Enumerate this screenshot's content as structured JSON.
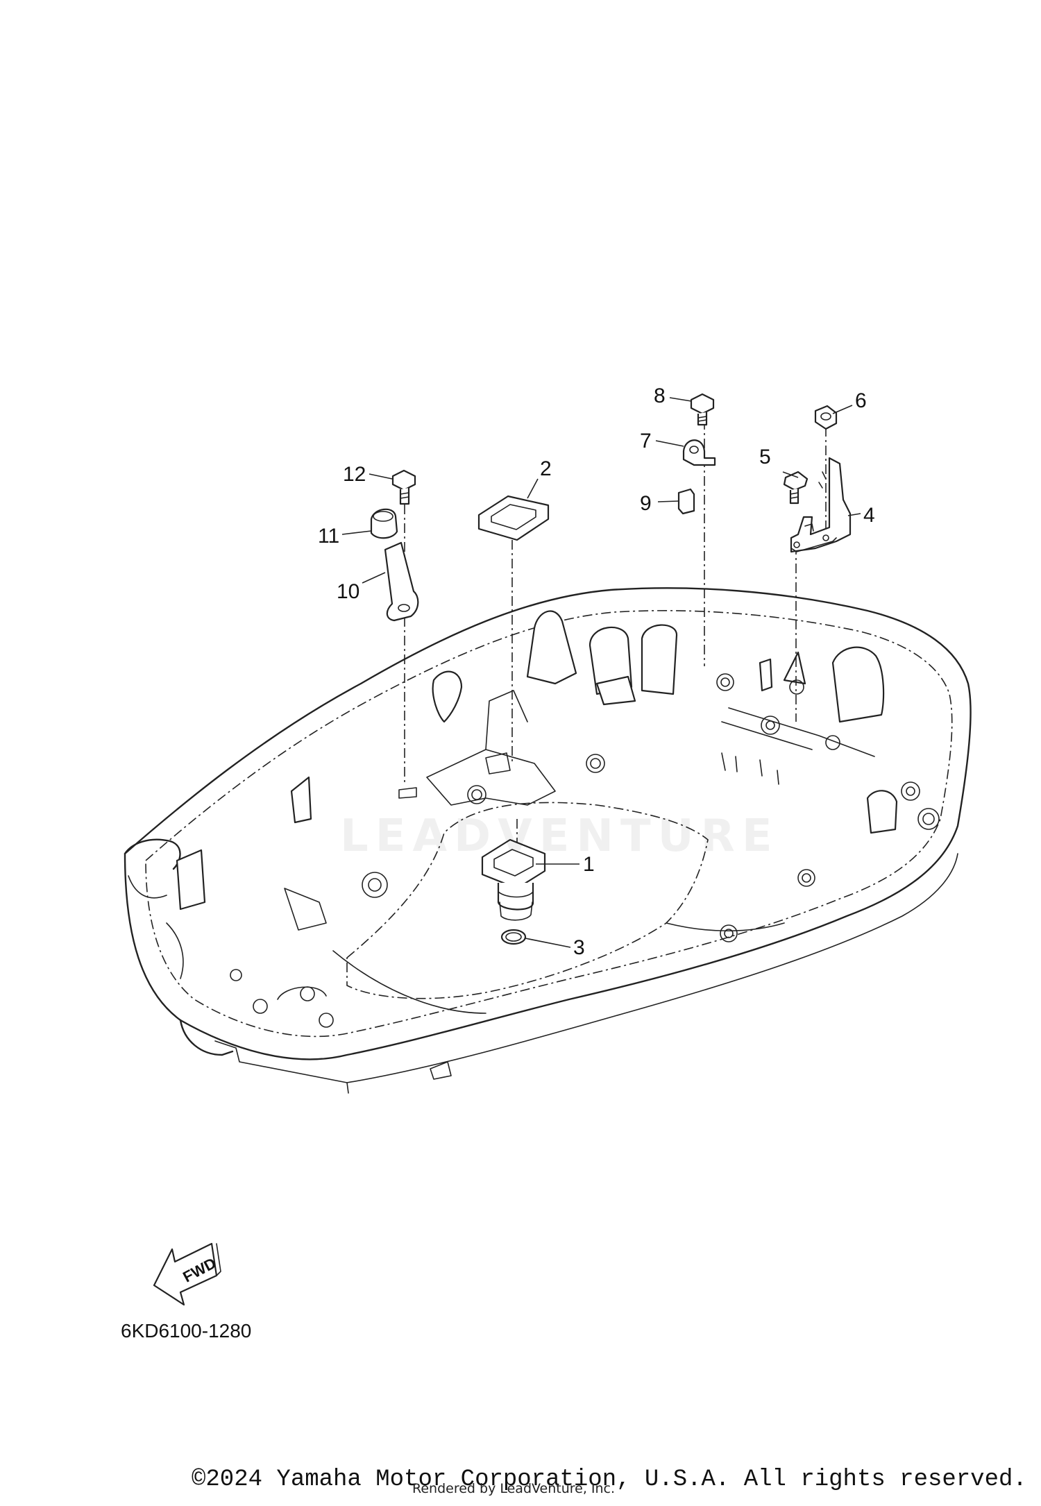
{
  "diagram": {
    "callouts": [
      {
        "id": "1",
        "label": "1"
      },
      {
        "id": "2",
        "label": "2"
      },
      {
        "id": "3",
        "label": "3"
      },
      {
        "id": "4",
        "label": "4"
      },
      {
        "id": "5",
        "label": "5"
      },
      {
        "id": "6",
        "label": "6"
      },
      {
        "id": "7",
        "label": "7"
      },
      {
        "id": "8",
        "label": "8"
      },
      {
        "id": "9",
        "label": "9"
      },
      {
        "id": "10",
        "label": "10"
      },
      {
        "id": "11",
        "label": "11"
      },
      {
        "id": "12",
        "label": "12"
      }
    ],
    "fwd_label": "FWD",
    "diagram_code": "6KD6100-1280",
    "watermark": "LEADVENTURE"
  },
  "footer": {
    "copyright": "©2024 Yamaha Motor Corporation, U.S.A. All rights reserved.",
    "rendered_by": "Rendered by LeadVenture, Inc."
  }
}
